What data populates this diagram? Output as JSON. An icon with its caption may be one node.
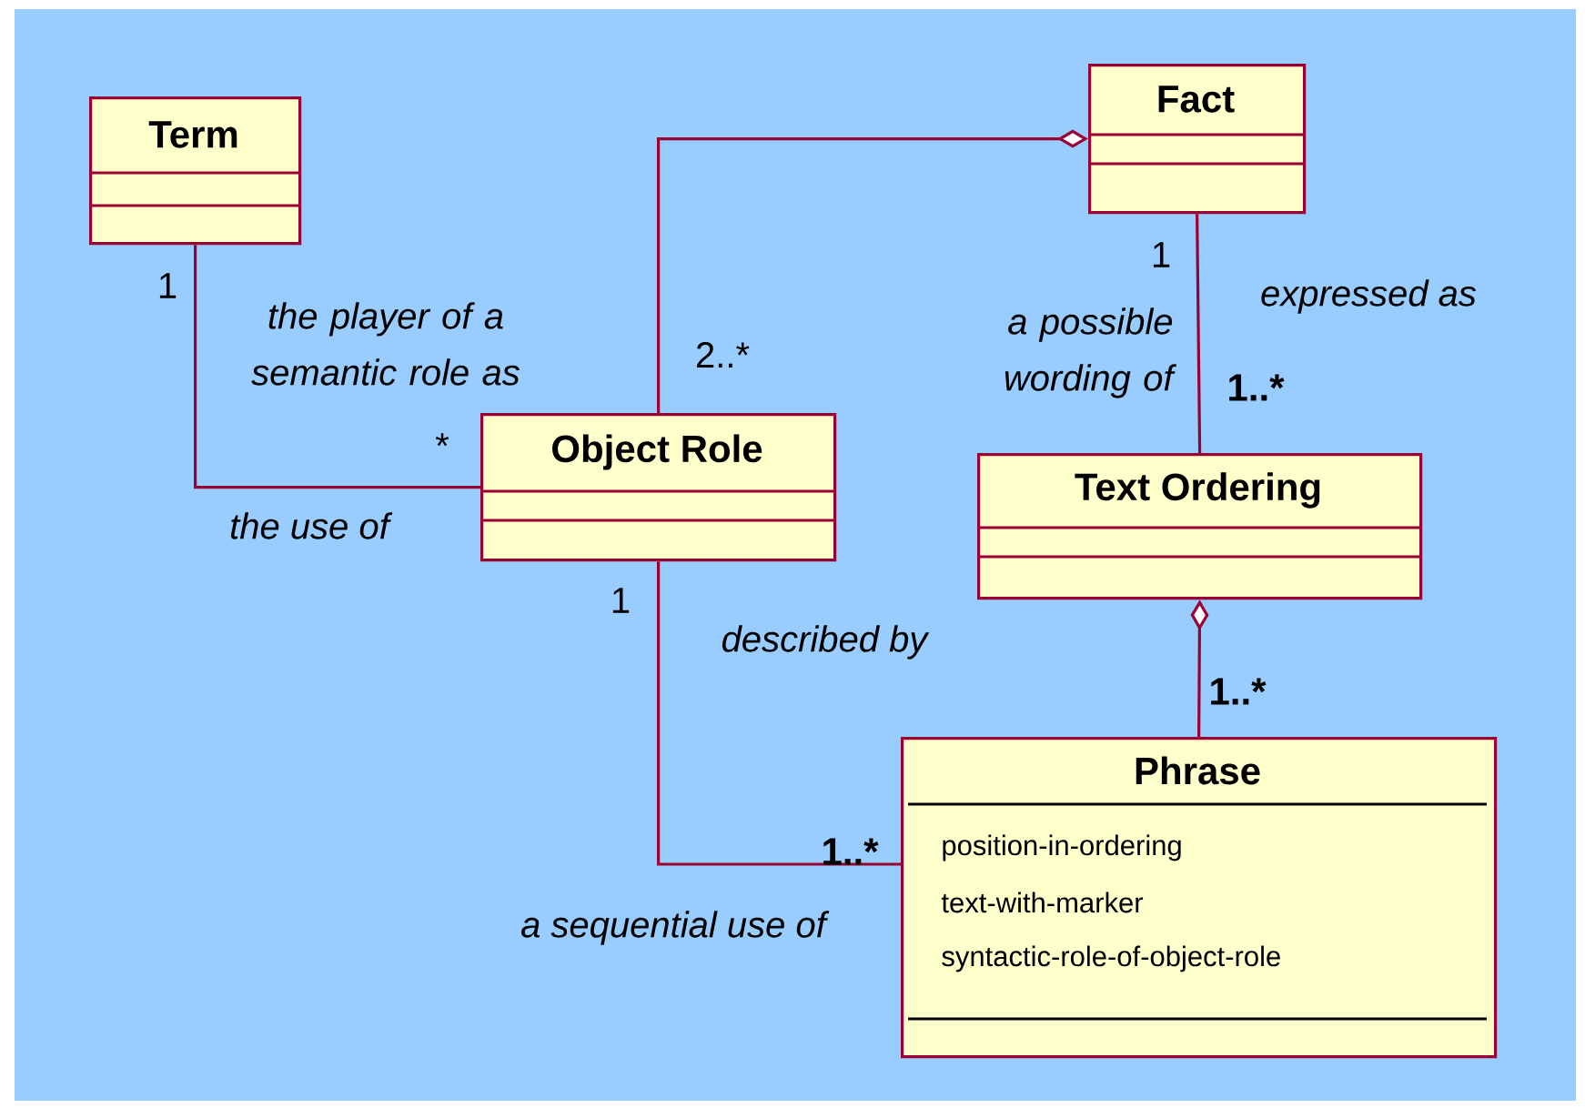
{
  "diagram": {
    "nodes": [
      {
        "text": [
          "Term"
        ]
      },
      {
        "text": [
          "Object Role"
        ]
      },
      {
        "text": [
          "Fact"
        ]
      },
      {
        "text": [
          "Text Ordering"
        ]
      },
      {
        "text": [
          "Phrase",
          "position-in-ordering",
          "text-with-marker",
          "syntactic-role-of-object-role"
        ]
      }
    ],
    "edges": [
      {
        "from": 0,
        "to": 1,
        "arrow": "none"
      },
      {
        "from": 1,
        "to": 2,
        "arrow": "other"
      },
      {
        "from": 2,
        "to": 3,
        "arrow": "none"
      },
      {
        "from": 4,
        "to": 3,
        "arrow": "other"
      },
      {
        "from": 1,
        "to": 4,
        "arrow": "none"
      }
    ],
    "labels": [
      "1",
      "1",
      "expressed as",
      "the player of a semantic role as",
      "a possible wording of",
      "2..*",
      "1..*",
      "*",
      "the use of",
      "1",
      "described by",
      "1..*",
      "1..*",
      "a sequential use of"
    ]
  }
}
